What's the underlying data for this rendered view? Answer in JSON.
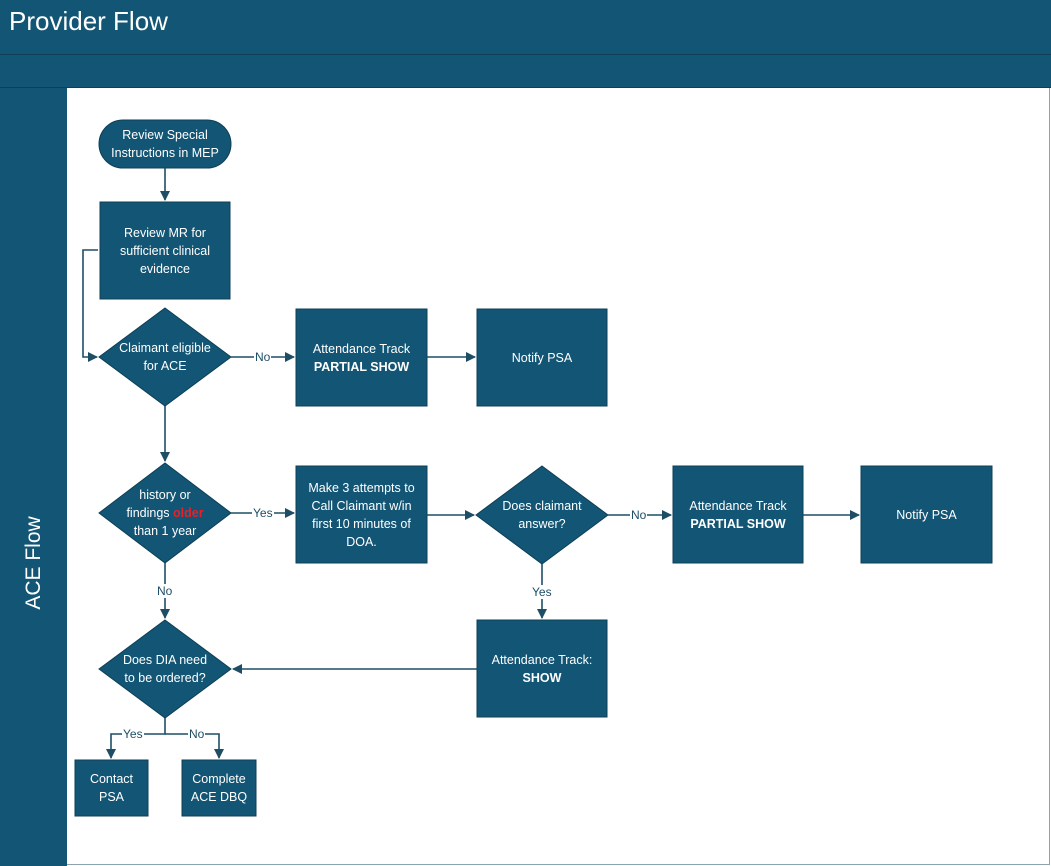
{
  "header": {
    "title": "Provider Flow"
  },
  "lane": {
    "label": "ACE Flow"
  },
  "colors": {
    "node_fill": "#135574",
    "line": "#1d4e66",
    "emphasis": "#e8202a"
  },
  "nodes": {
    "start": {
      "line1": "Review Special",
      "line2": "Instructions in MEP"
    },
    "review_mr": {
      "line1": "Review MR for",
      "line2": "sufficient clinical",
      "line3": "evidence"
    },
    "eligible": {
      "line1": "Claimant eligible",
      "line2": "for ACE"
    },
    "attendance_partial_1": {
      "line1": "Attendance Track",
      "line2": "PARTIAL SHOW"
    },
    "notify_psa_1": {
      "line1": "Notify PSA"
    },
    "history": {
      "line1": "history or",
      "line2_pre": "findings ",
      "line2_emph": "older",
      "line3": "than 1 year"
    },
    "attempts": {
      "line1": "Make 3 attempts to",
      "line2": "Call Claimant w/in",
      "line3": "first 10 minutes of",
      "line4": "DOA."
    },
    "answer": {
      "line1": "Does claimant",
      "line2": "answer?"
    },
    "attendance_partial_2": {
      "line1": "Attendance Track",
      "line2": "PARTIAL SHOW"
    },
    "notify_psa_2": {
      "line1": "Notify PSA"
    },
    "attendance_show": {
      "line1": "Attendance Track:",
      "line2": "SHOW"
    },
    "dia": {
      "line1": "Does DIA need",
      "line2": "to be ordered?"
    },
    "contact_psa": {
      "line1": "Contact",
      "line2": "PSA"
    },
    "complete_dbq": {
      "line1": "Complete",
      "line2": "ACE DBQ"
    }
  },
  "edge_labels": {
    "eligible_no": "No",
    "history_yes": "Yes",
    "history_no": "No",
    "answer_no": "No",
    "answer_yes": "Yes",
    "dia_yes": "Yes",
    "dia_no": "No"
  }
}
